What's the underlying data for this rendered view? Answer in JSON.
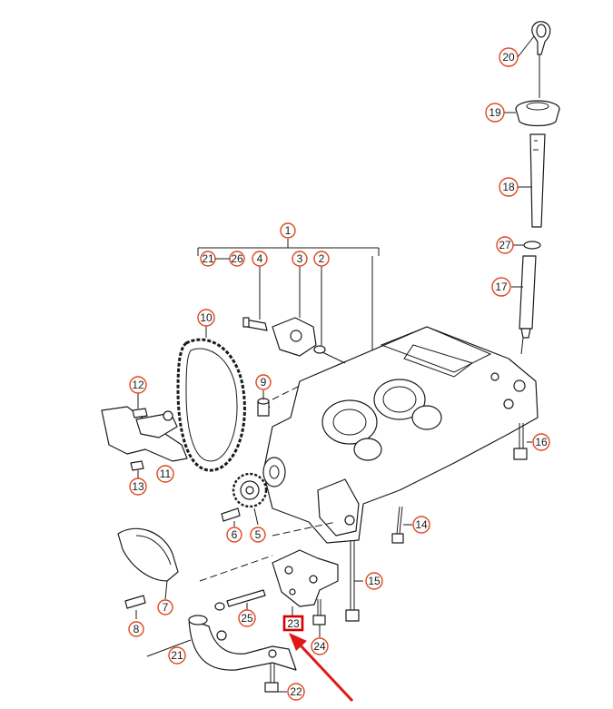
{
  "callouts": [
    {
      "id": "c1",
      "label": "1"
    },
    {
      "id": "c2",
      "label": "2"
    },
    {
      "id": "c3",
      "label": "3"
    },
    {
      "id": "c4",
      "label": "4"
    },
    {
      "id": "c5",
      "label": "5"
    },
    {
      "id": "c6",
      "label": "6"
    },
    {
      "id": "c7",
      "label": "7"
    },
    {
      "id": "c8",
      "label": "8"
    },
    {
      "id": "c9",
      "label": "9"
    },
    {
      "id": "c10",
      "label": "10"
    },
    {
      "id": "c11",
      "label": "11"
    },
    {
      "id": "c12",
      "label": "12"
    },
    {
      "id": "c13",
      "label": "13"
    },
    {
      "id": "c14",
      "label": "14"
    },
    {
      "id": "c15",
      "label": "15"
    },
    {
      "id": "c16",
      "label": "16"
    },
    {
      "id": "c17",
      "label": "17"
    },
    {
      "id": "c18",
      "label": "18"
    },
    {
      "id": "c19",
      "label": "19"
    },
    {
      "id": "c20",
      "label": "20"
    },
    {
      "id": "c21a",
      "label": "21"
    },
    {
      "id": "c21b",
      "label": "21"
    },
    {
      "id": "c22",
      "label": "22"
    },
    {
      "id": "c24",
      "label": "24"
    },
    {
      "id": "c25",
      "label": "25"
    },
    {
      "id": "c26",
      "label": "26"
    },
    {
      "id": "c27",
      "label": "27"
    }
  ],
  "highlight": {
    "label": "23"
  },
  "colors": {
    "callout_ring": "#e0471f",
    "highlight_box": "#d40000",
    "arrow": "#e01818",
    "line": "#1a1a1a"
  }
}
